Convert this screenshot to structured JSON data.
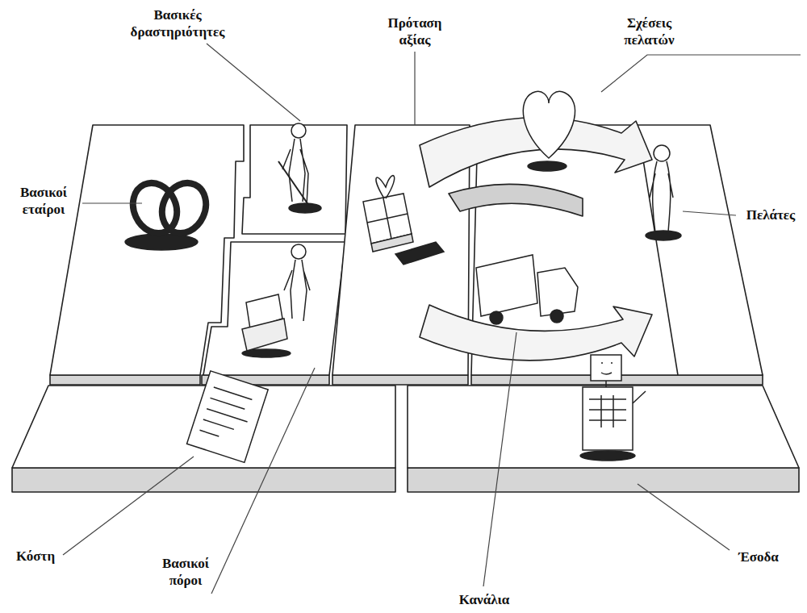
{
  "diagram": {
    "labels": [
      "Βασικές δραστηριότητες",
      "Πρόταση αξίας",
      "Σχέσεις πελατών",
      "Βασικοί εταίροι",
      "Πελάτες",
      "Κόστη",
      "Βασικοί πόροι",
      "Κανάλια",
      "Έσοδα"
    ]
  }
}
